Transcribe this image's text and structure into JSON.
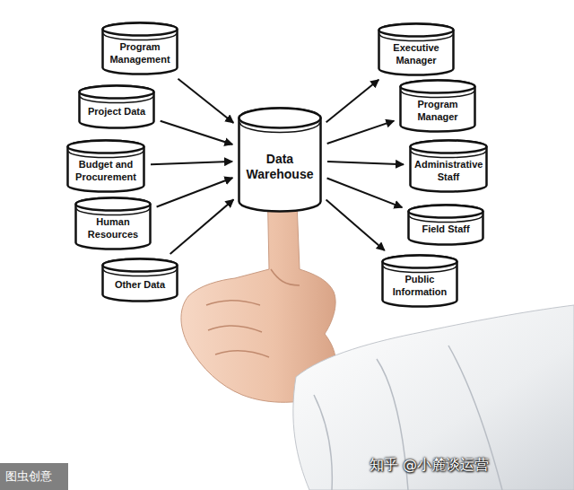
{
  "diagram": {
    "nodes": [
      {
        "text": [
          "Program Management"
        ]
      },
      {
        "text": [
          "Project Data"
        ]
      },
      {
        "text": [
          "Budget and Procurement"
        ]
      },
      {
        "text": [
          "Human Resources"
        ]
      },
      {
        "text": [
          "Other Data"
        ]
      },
      {
        "text": [
          "Data Warehouse"
        ]
      },
      {
        "text": [
          "Executive Manager"
        ]
      },
      {
        "text": [
          "Program Manager"
        ]
      },
      {
        "text": [
          "Administrative Staff"
        ]
      },
      {
        "text": [
          "Field Staff"
        ]
      },
      {
        "text": [
          "Public Information"
        ]
      }
    ],
    "edges": [
      {
        "from": 0,
        "to": 5,
        "arrow": "to"
      },
      {
        "from": 1,
        "to": 5,
        "arrow": "to"
      },
      {
        "from": 2,
        "to": 5,
        "arrow": "to"
      },
      {
        "from": 3,
        "to": 5,
        "arrow": "to"
      },
      {
        "from": 4,
        "to": 5,
        "arrow": "to"
      },
      {
        "from": 5,
        "to": 6,
        "arrow": "to"
      },
      {
        "from": 5,
        "to": 7,
        "arrow": "to"
      },
      {
        "from": 5,
        "to": 8,
        "arrow": "to"
      },
      {
        "from": 5,
        "to": 9,
        "arrow": "to"
      },
      {
        "from": 5,
        "to": 10,
        "arrow": "to"
      }
    ],
    "labels": [
      "图虫创意",
      "知乎 @小麓谈运营"
    ]
  }
}
